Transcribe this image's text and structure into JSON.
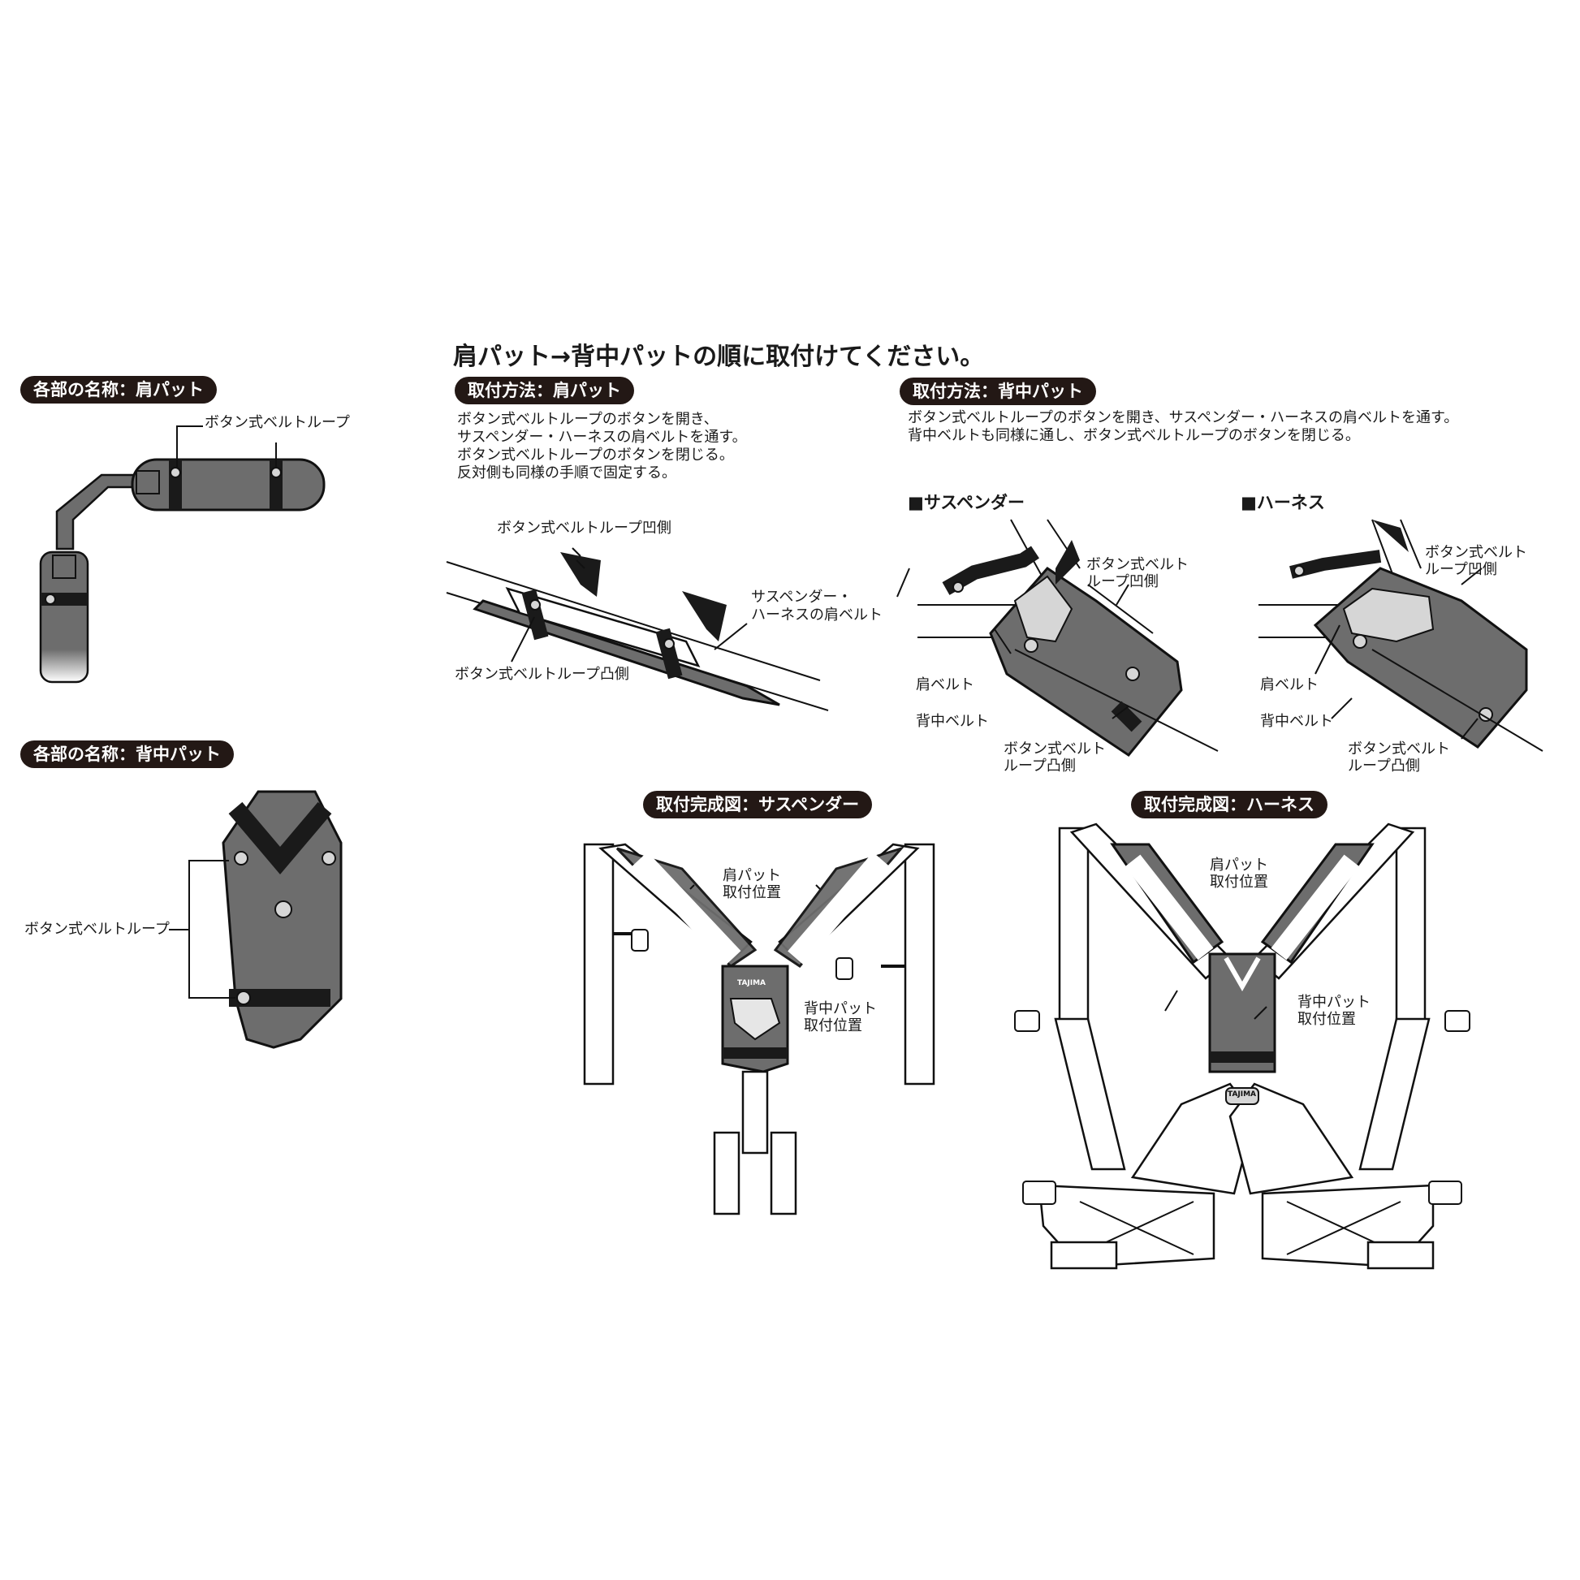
{
  "header": {
    "main_title": "肩パット→背中パットの順に取付けてください。"
  },
  "parts_shoulder": {
    "badge": "各部の名称：肩パット",
    "button_loop_label": "ボタン式ベルトループ"
  },
  "parts_back": {
    "badge": "各部の名称：背中パット",
    "button_loop_label": "ボタン式ベルトループ"
  },
  "install_shoulder": {
    "badge": "取付方法：肩パット",
    "instructions": [
      "ボタン式ベルトループのボタンを開き、",
      "サスペンダー・ハーネスの肩ベルトを通す。",
      "ボタン式ベルトループのボタンを閉じる。",
      "反対側も同様の手順で固定する。"
    ],
    "loop_concave_label": "ボタン式ベルトループ凹側",
    "loop_convex_label": "ボタン式ベルトループ凸側",
    "belt_label": [
      "サスペンダー・",
      "ハーネスの肩ベルト"
    ]
  },
  "install_back": {
    "badge": "取付方法：背中パット",
    "instructions": [
      "ボタン式ベルトループのボタンを開き、サスペンダー・ハーネスの肩ベルトを通す。",
      "背中ベルトも同様に通し、ボタン式ベルトループのボタンを閉じる。"
    ],
    "suspender_heading": "■サスペンダー",
    "harness_heading": "■ハーネス",
    "loop_concave_label": [
      "ボタン式ベルト",
      "ループ凹側"
    ],
    "loop_convex_label": [
      "ボタン式ベルト",
      "ループ凸側"
    ],
    "shoulder_belt_label": "肩ベルト",
    "back_belt_label": "背中ベルト"
  },
  "complete_suspender": {
    "badge": "取付完成図：サスペンダー",
    "shoulder_pad_label": [
      "肩パット",
      "取付位置"
    ],
    "back_pad_label": [
      "背中パット",
      "取付位置"
    ],
    "brand_mark": "TAJIMA"
  },
  "complete_harness": {
    "badge": "取付完成図：ハーネス",
    "shoulder_pad_label": [
      "肩パット",
      "取付位置"
    ],
    "back_pad_label": [
      "背中パット",
      "取付位置"
    ],
    "brand_mark": "TAJIMA"
  }
}
